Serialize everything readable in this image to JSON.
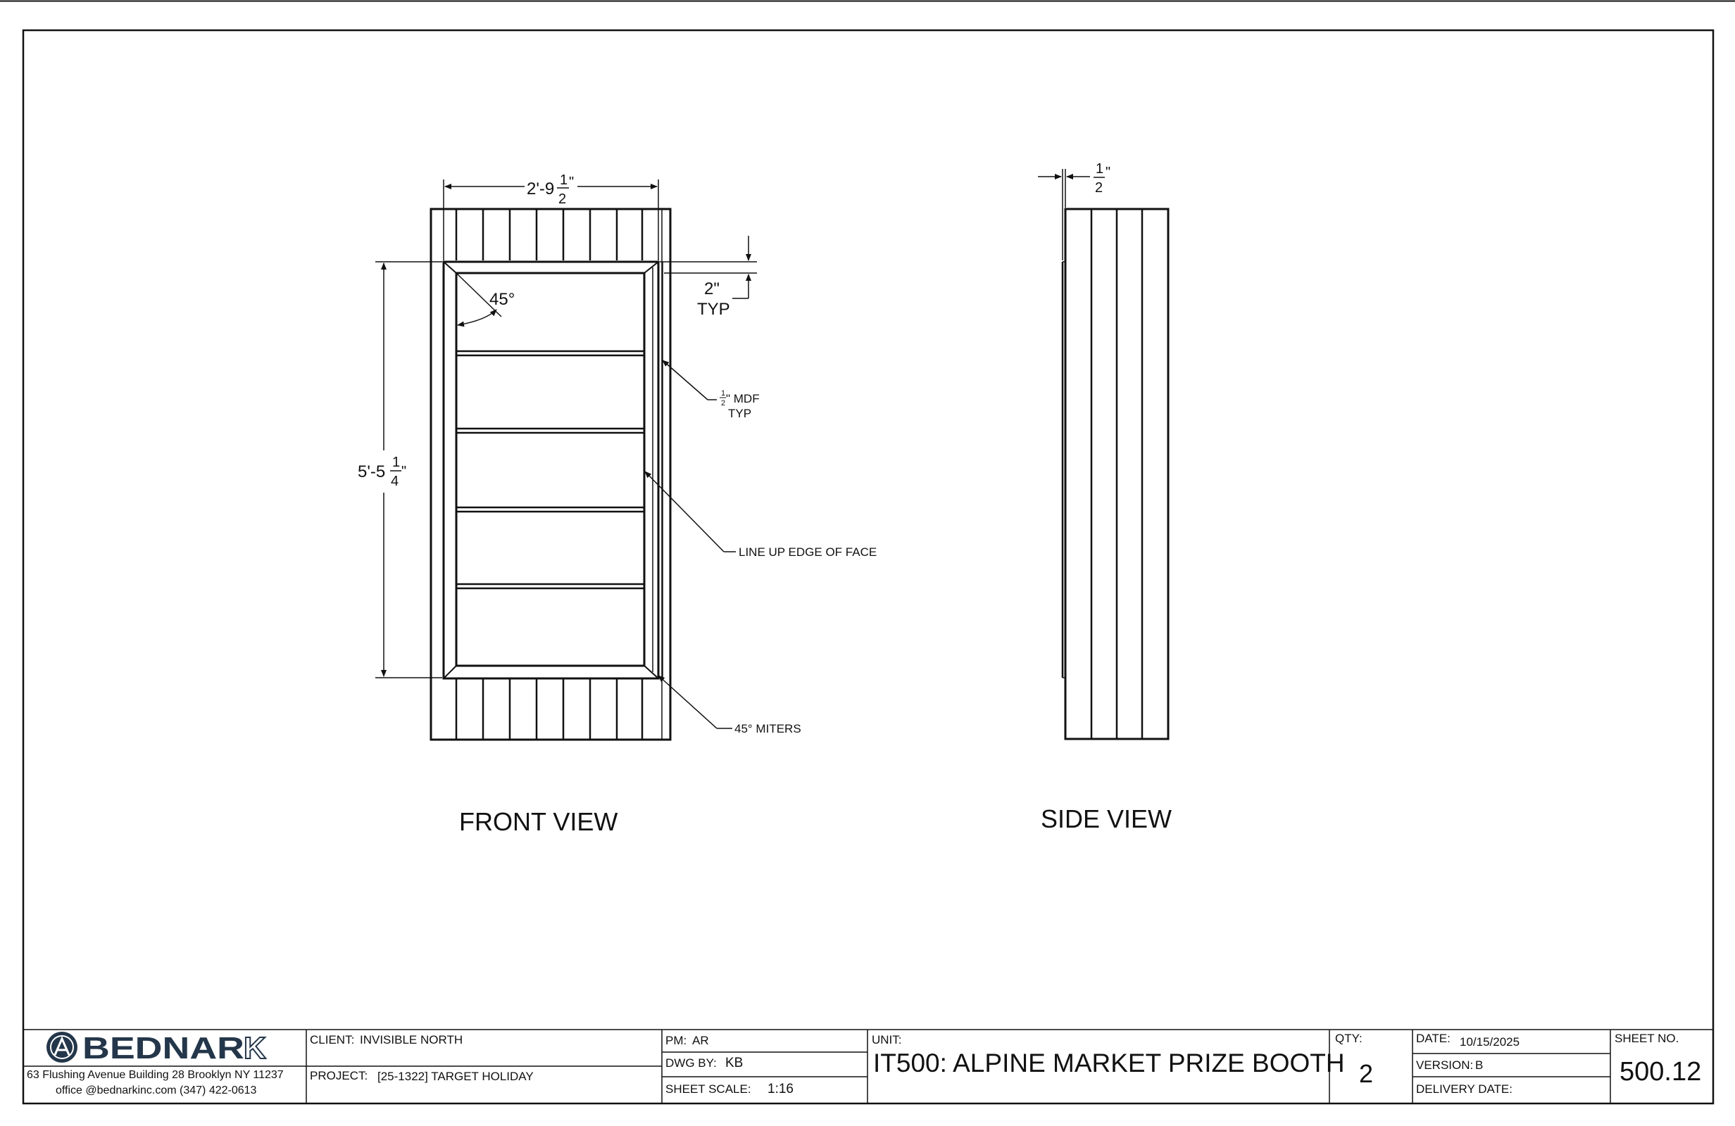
{
  "drawing": {
    "front_view_title": "FRONT VIEW",
    "side_view_title": "SIDE VIEW",
    "dim_width_main": "2'-9",
    "dim_width_num": "1",
    "dim_width_den": "2",
    "dim_width_tail": "\"",
    "dim_height_main": "5'-5",
    "dim_height_num": "1",
    "dim_height_den": "4",
    "dim_height_tail": "\"",
    "angle_label": "45°",
    "dim_2in": "2\"",
    "dim_typ": "TYP",
    "mdf_num": "1",
    "mdf_den": "2",
    "mdf_label": "\" MDF",
    "mdf_typ": "TYP",
    "callout_line_up": "LINE UP EDGE OF FACE",
    "callout_miters": "45° MITERS",
    "side_dim_num": "1",
    "side_dim_den": "2",
    "side_dim_tail": "\""
  },
  "title_block": {
    "logo_text": "BEDNAR",
    "logo_k": "K",
    "address": "63 Flushing Avenue Building 28 Brooklyn NY 11237",
    "contact": "office @bednarkinc.com   (347) 422-0613",
    "client_label": "CLIENT:",
    "client_value": "INVISIBLE NORTH",
    "project_label": "PROJECT:",
    "project_value": "[25-1322] TARGET HOLIDAY",
    "pm_label": "PM:",
    "pm_value": "AR",
    "dwg_by_label": "DWG BY:",
    "dwg_by_value": "KB",
    "sheet_scale_label": "SHEET SCALE:",
    "sheet_scale_value": "1:16",
    "unit_label": "UNIT:",
    "unit_value": "IT500: ALPINE MARKET PRIZE BOOTH",
    "qty_label": "QTY:",
    "qty_value": "2",
    "date_label": "DATE:",
    "date_value": "10/15/2025",
    "version_label": "VERSION:",
    "version_value": "B",
    "delivery_label": "DELIVERY DATE:",
    "delivery_value": "",
    "sheet_no_label": "SHEET NO.",
    "sheet_no_value": "500.12"
  }
}
